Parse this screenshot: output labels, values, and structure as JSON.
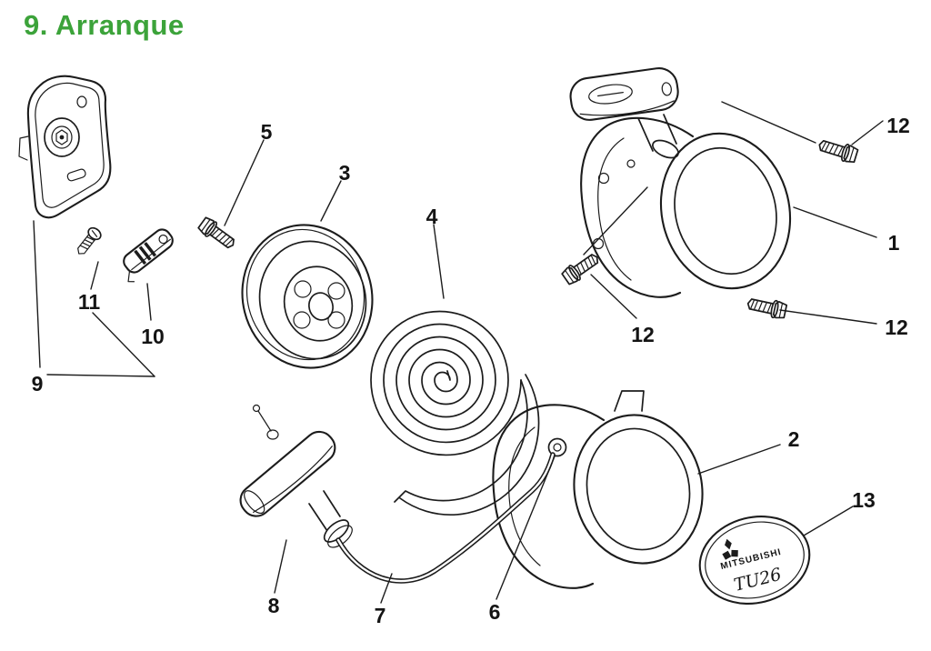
{
  "page": {
    "title": "9. Arranque"
  },
  "colors": {
    "accent_green": "#3CA33A",
    "line_color": "#1c1c1c"
  },
  "diagram": {
    "callouts": [
      {
        "label": "5"
      },
      {
        "label": "3"
      },
      {
        "label": "4"
      },
      {
        "label": "12"
      },
      {
        "label": "1"
      },
      {
        "label": "12"
      },
      {
        "label": "12"
      },
      {
        "label": "11"
      },
      {
        "label": "10"
      },
      {
        "label": "9"
      },
      {
        "label": "2"
      },
      {
        "label": "13"
      },
      {
        "label": "8"
      },
      {
        "label": "7"
      },
      {
        "label": "6"
      }
    ],
    "decal": {
      "brand": "MITSUBISHI",
      "model": "TU26",
      "logo": "mitsubishi-three-diamonds"
    }
  }
}
